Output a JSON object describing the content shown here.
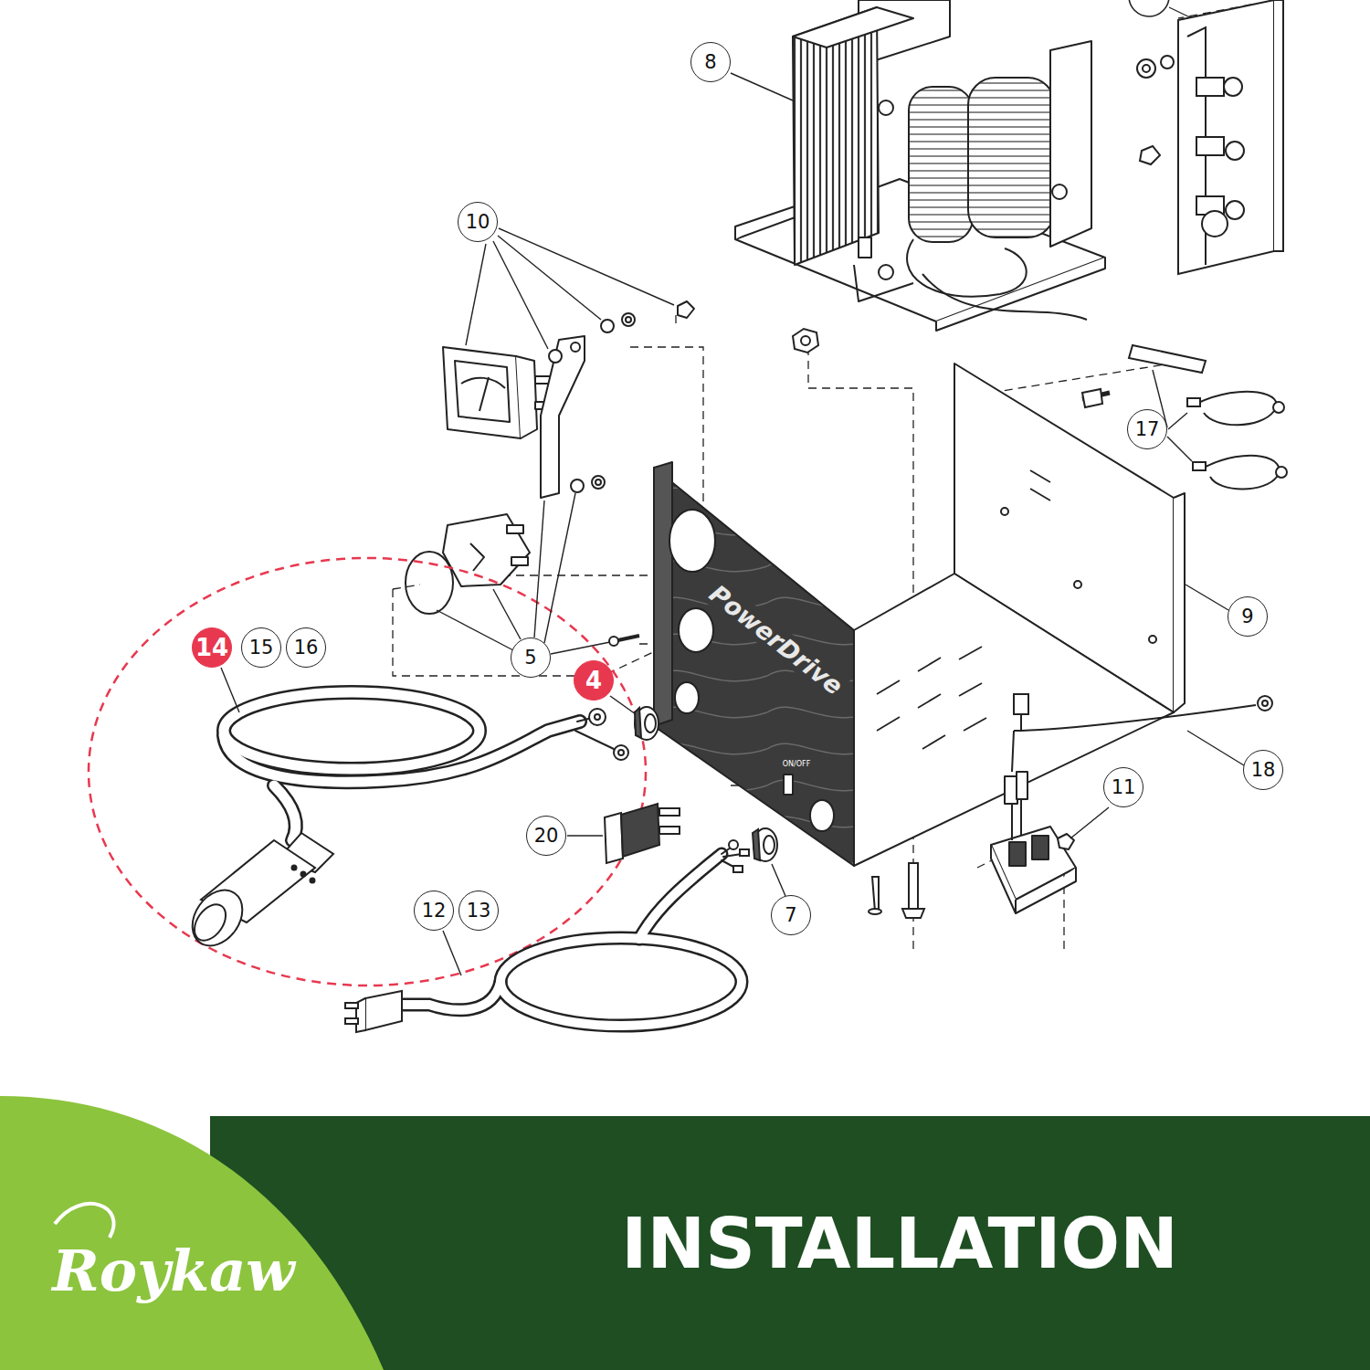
{
  "diagram": {
    "nodes": [
      {
        "text": [
          "Roykaw"
        ]
      },
      {
        "text": [
          "INSTALLATION"
        ]
      }
    ],
    "labels": [
      "8",
      "10",
      "17",
      "9",
      "5",
      "14",
      "15",
      "16",
      "4",
      "18",
      "11",
      "20",
      "7",
      "12",
      "13",
      "PowerDrive",
      "ON/OFF"
    ]
  }
}
